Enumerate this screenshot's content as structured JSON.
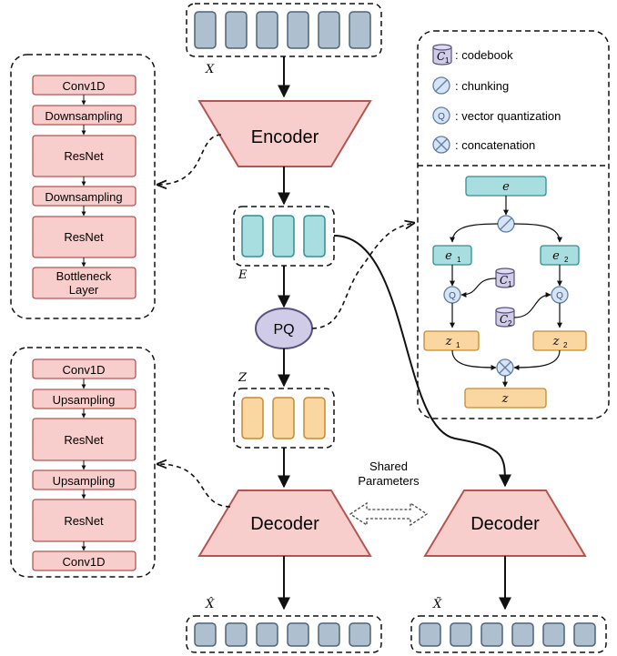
{
  "colors": {
    "token_fill": "#aebfd0",
    "token_stroke": "#4f6378",
    "block_fill": "#f8cecc",
    "block_stroke": "#b85450",
    "embed_fill": "#a8dedf",
    "embed_stroke": "#2f8f94",
    "quant_fill": "#fad7a0",
    "quant_stroke": "#c78a2e",
    "pq_fill": "#d0cce8",
    "pq_stroke": "#56517e",
    "op_fill": "#d6e4f5",
    "op_stroke": "#5f7fa6"
  },
  "labels": {
    "x": "X",
    "e_upper": "E",
    "z_upper": "Z",
    "x_hat": "X̂",
    "x_tilde": "X̃"
  },
  "encoder": {
    "label": "Encoder"
  },
  "pq": {
    "label": "PQ"
  },
  "decoder_main": {
    "label": "Decoder"
  },
  "decoder_aux": {
    "label": "Decoder"
  },
  "shared": {
    "line1": "Shared",
    "line2": "Parameters"
  },
  "encoder_detail": {
    "blocks": [
      "Conv1D",
      "Downsampling",
      "ResNet",
      "Downsampling",
      "ResNet",
      "Bottleneck",
      "Layer"
    ]
  },
  "decoder_detail": {
    "blocks": [
      "Conv1D",
      "Upsampling",
      "ResNet",
      "Upsampling",
      "ResNet",
      "Conv1D"
    ]
  },
  "legend": {
    "codebook_sym": "C",
    "codebook_sub": "1",
    "codebook": ": codebook",
    "chunking": ": chunking",
    "vq_sym": "Q",
    "vq": ": vector quantization",
    "concat": ": concatenation"
  },
  "pq_detail": {
    "e": "e",
    "e1": "e",
    "e1_sub": "1",
    "e2": "e",
    "e2_sub": "2",
    "c1": "C",
    "c1_sub": "1",
    "c2": "C",
    "c2_sub": "2",
    "q": "Q",
    "z1": "z",
    "z1_sub": "1",
    "z2": "z",
    "z2_sub": "2",
    "z": "z"
  }
}
